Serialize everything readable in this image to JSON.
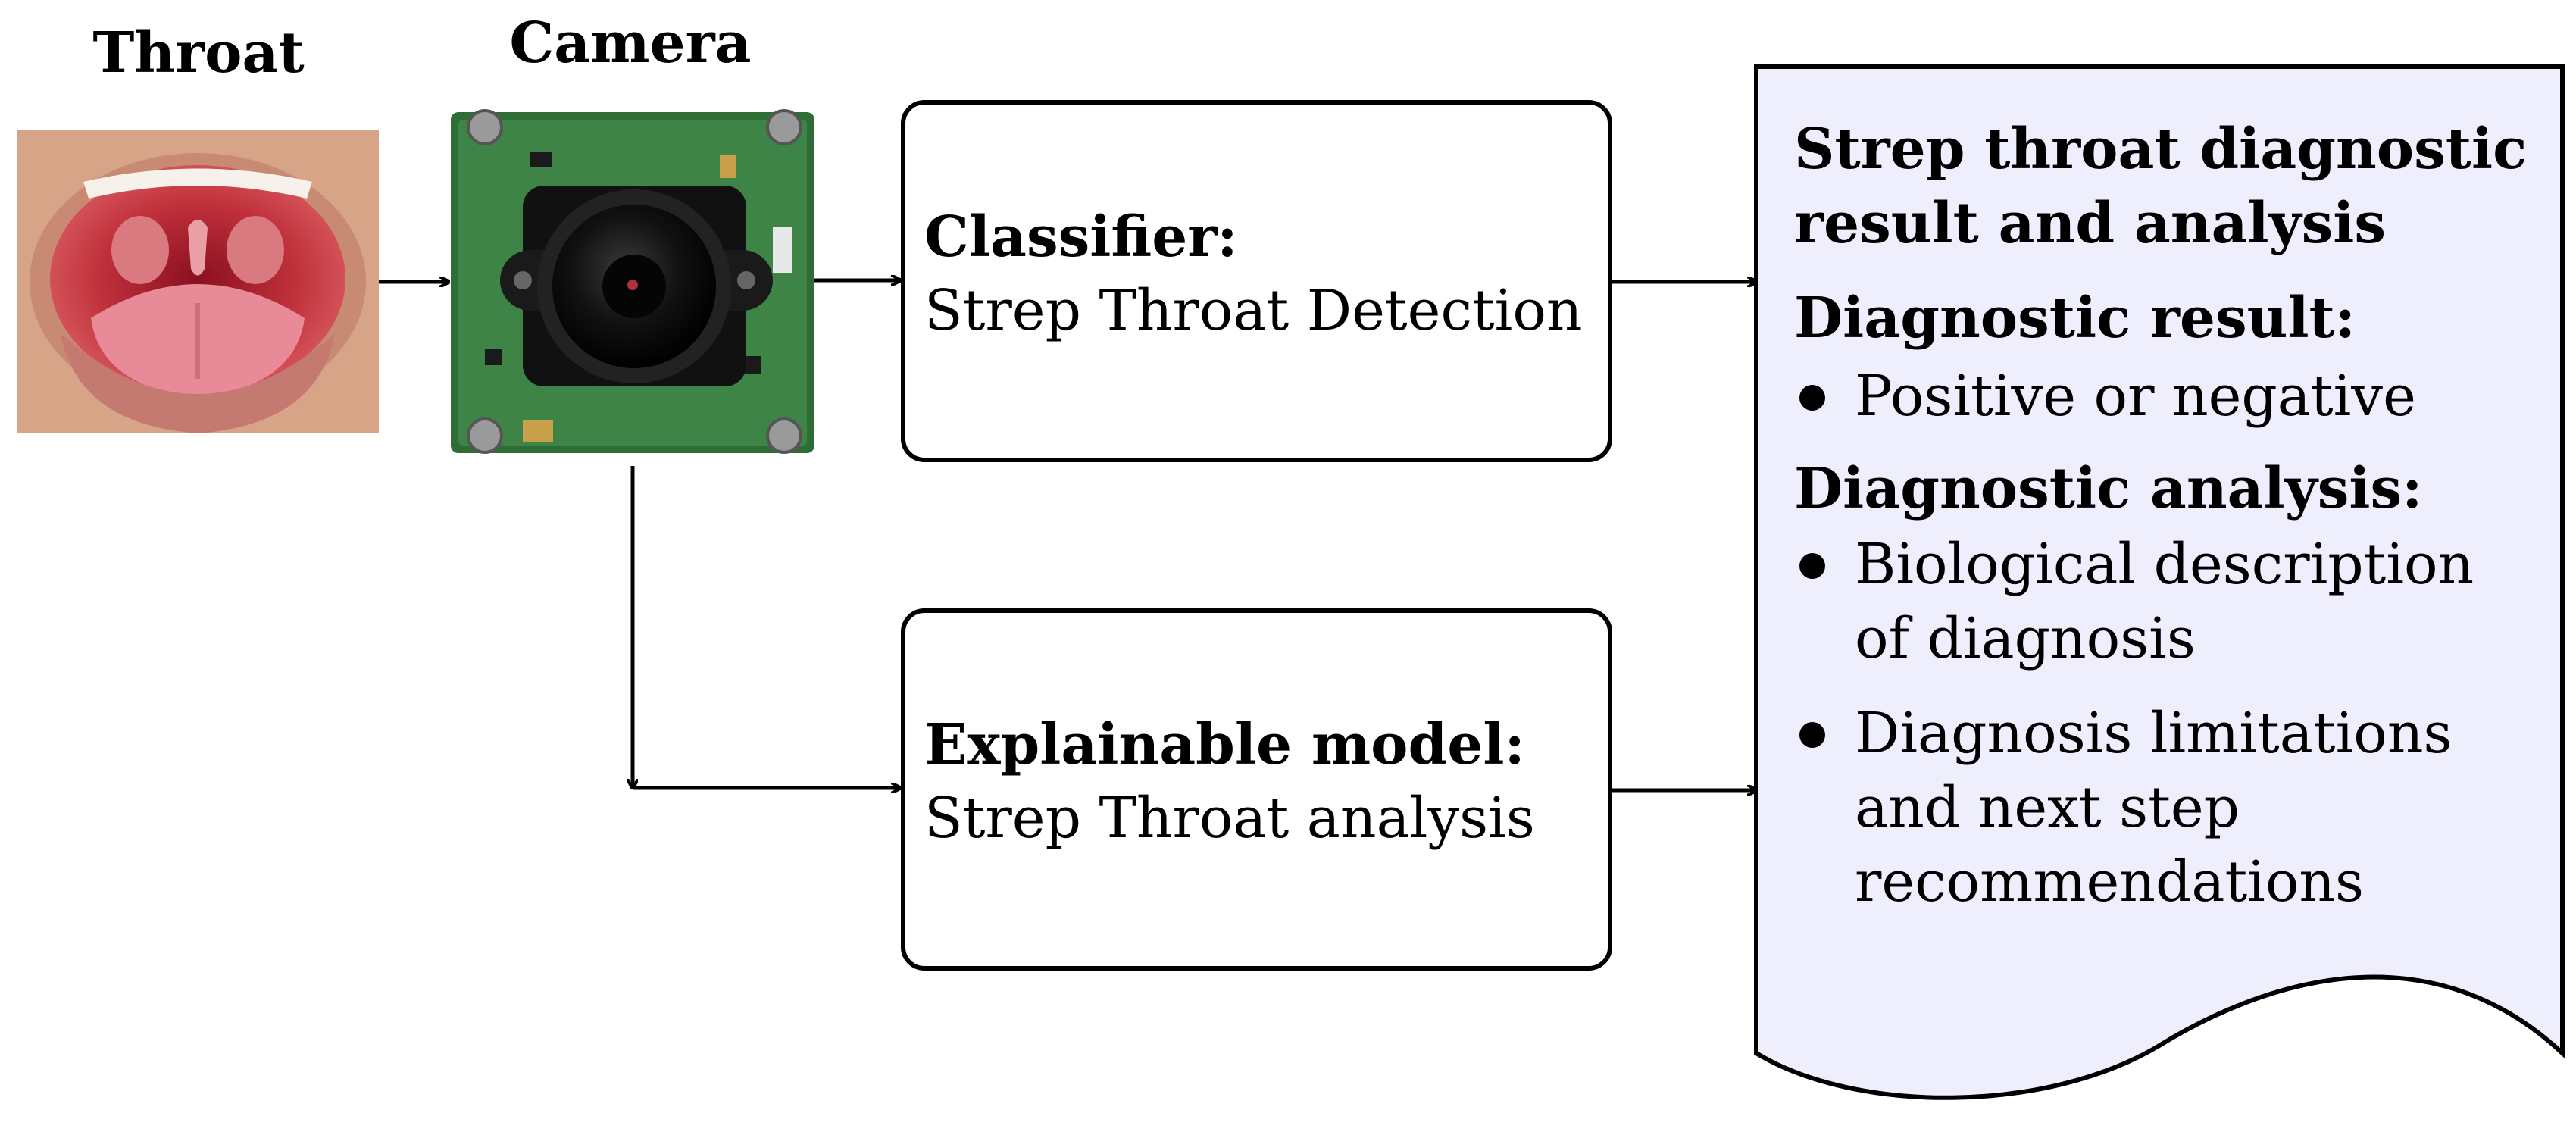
{
  "inputs": {
    "throat_label": "Throat",
    "camera_label": "Camera"
  },
  "classifier": {
    "title": "Classifier:",
    "subtitle": "Strep Throat Detection"
  },
  "explainable": {
    "title": "Explainable model:",
    "subtitle": "Strep Throat analysis"
  },
  "result_doc": {
    "heading_line1": "Strep throat diagnostic",
    "heading_line2": "result and analysis",
    "result_heading": "Diagnostic result:",
    "result_item": "Positive or negative",
    "analysis_heading": "Diagnostic analysis:",
    "analysis_item1_line1": "Biological description",
    "analysis_item1_line2": "of diagnosis",
    "analysis_item2_line1": "Diagnosis limitations",
    "analysis_item2_line2": "and next step",
    "analysis_item2_line3": "recommendations",
    "fill_color": "#eeeefc"
  }
}
